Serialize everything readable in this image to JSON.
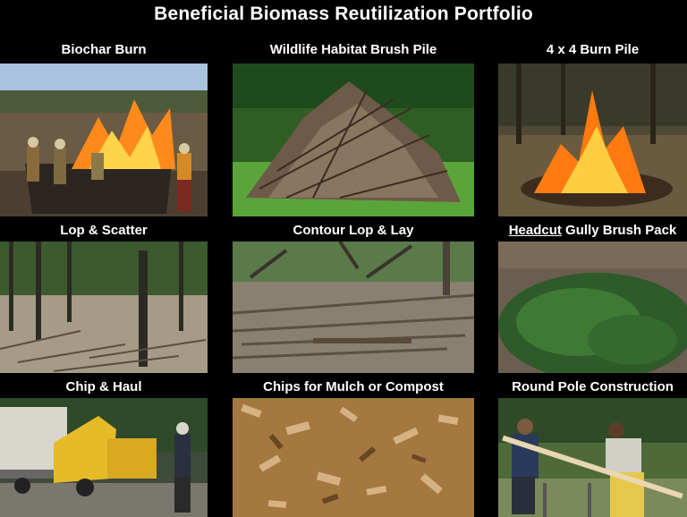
{
  "title": "Beneficial Biomass Reutilization Portfolio",
  "tiles": [
    {
      "caption": "Biochar Burn"
    },
    {
      "caption": "Wildlife Habitat Brush Pile"
    },
    {
      "caption": "4 x 4 Burn Pile"
    },
    {
      "caption": "Lop & Scatter"
    },
    {
      "caption": "Contour Lop & Lay"
    },
    {
      "caption_underlined": "Headcut",
      "caption_rest": " Gully Brush Pack"
    },
    {
      "caption": "Chip & Haul"
    },
    {
      "caption": "Chips for Mulch or Compost"
    },
    {
      "caption": "Round Pole Construction"
    }
  ]
}
